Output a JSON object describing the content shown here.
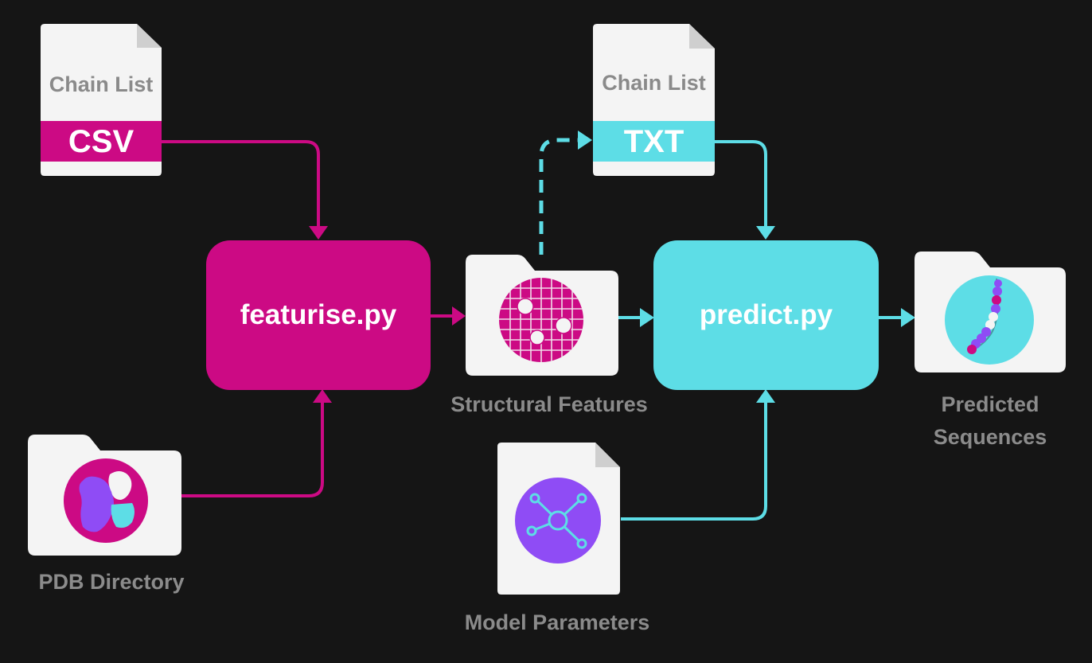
{
  "colors": {
    "background": "#151515",
    "magenta": "#cc0a84",
    "cyan": "#5ddde6",
    "purple": "#8f4cf5",
    "paper": "#f4f4f4",
    "caption_gray": "#8b8b8b"
  },
  "inputs": {
    "csv_file": {
      "title": "Chain List",
      "format": "CSV",
      "icon": "csv-file-icon"
    },
    "txt_file": {
      "title": "Chain List",
      "format": "TXT",
      "icon": "txt-file-icon"
    },
    "pdb_directory": {
      "caption": "PDB Directory",
      "icon": "protein-structure-folder-icon"
    },
    "model_parameters": {
      "caption": "Model Parameters",
      "icon": "network-node-file-icon"
    }
  },
  "processes": {
    "featurise": {
      "label": "featurise.py"
    },
    "predict": {
      "label": "predict.py"
    }
  },
  "outputs": {
    "structural_features": {
      "caption": "Structural Features",
      "icon": "feature-grid-folder-icon"
    },
    "predicted_sequences": {
      "caption_line1": "Predicted",
      "caption_line2": "Sequences",
      "icon": "sequence-chain-folder-icon"
    }
  }
}
